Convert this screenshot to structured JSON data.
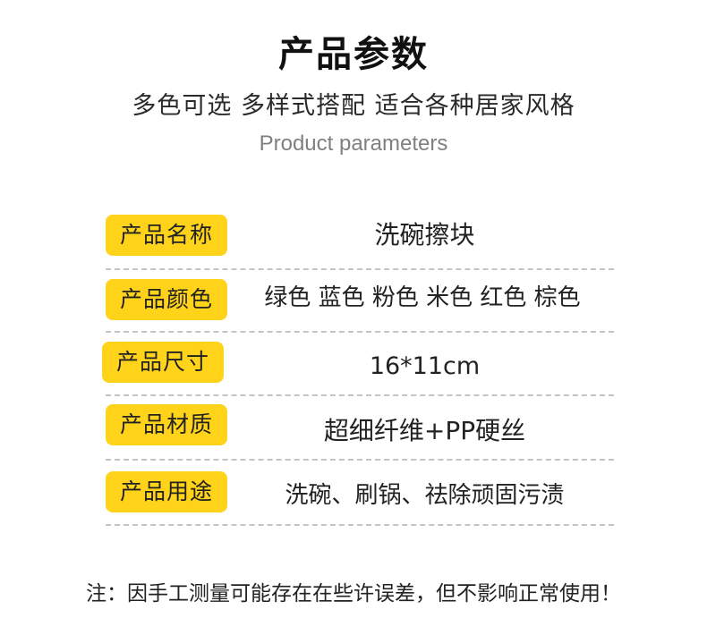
{
  "header": {
    "title": "产品参数",
    "subtitle": "多色可选 多样式搭配 适合各种居家风格",
    "english_title": "Product parameters"
  },
  "params": [
    {
      "label": "产品名称",
      "value": "洗碗擦块"
    },
    {
      "label": "产品颜色",
      "value": "绿色 蓝色 粉色 米色 红色 棕色"
    },
    {
      "label": "产品尺寸",
      "value": "16*11cm"
    },
    {
      "label": "产品材质",
      "value": "超细纤维+PP硬丝"
    },
    {
      "label": "产品用途",
      "value": "洗碗、刷锅、祛除顽固污渍"
    }
  ],
  "footer": {
    "note": "注：因手工测量可能存在在些许误差，但不影响正常使用！"
  },
  "colors": {
    "tag_background": "#ffd31a",
    "divider": "#c4c4c4",
    "english_title": "#808080"
  }
}
